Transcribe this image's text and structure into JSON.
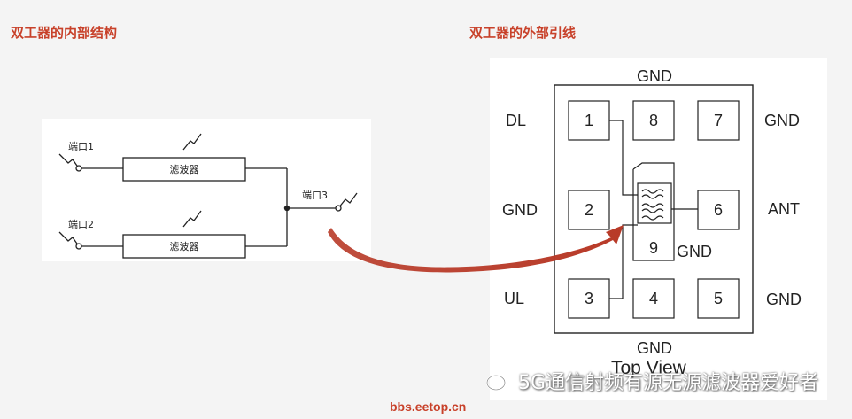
{
  "titles": {
    "left": "双工器的内部结构",
    "right": "双工器的外部引线"
  },
  "left_diagram": {
    "port1": "端口1",
    "port2": "端口2",
    "port3": "端口3",
    "filter_top": "滤波器",
    "filter_bottom": "滤波器"
  },
  "right_diagram": {
    "labels": {
      "gnd_top": "GND",
      "gnd_bottom": "GND",
      "dl": "DL",
      "gnd_left": "GND",
      "ul": "UL",
      "gnd_right_top": "GND",
      "ant": "ANT",
      "gnd_right_bottom": "GND",
      "gnd_center": "GND"
    },
    "pins": {
      "p1": "1",
      "p2": "2",
      "p3": "3",
      "p4": "4",
      "p5": "5",
      "p6": "6",
      "p7": "7",
      "p8": "8",
      "p9": "9"
    },
    "view_label": "Top View"
  },
  "watermark": "5G通信射频有源无源滤波器爱好者",
  "footer": "bbs.eetop.cn",
  "colors": {
    "title": "#c8412a",
    "arrow": "#b83a28"
  }
}
